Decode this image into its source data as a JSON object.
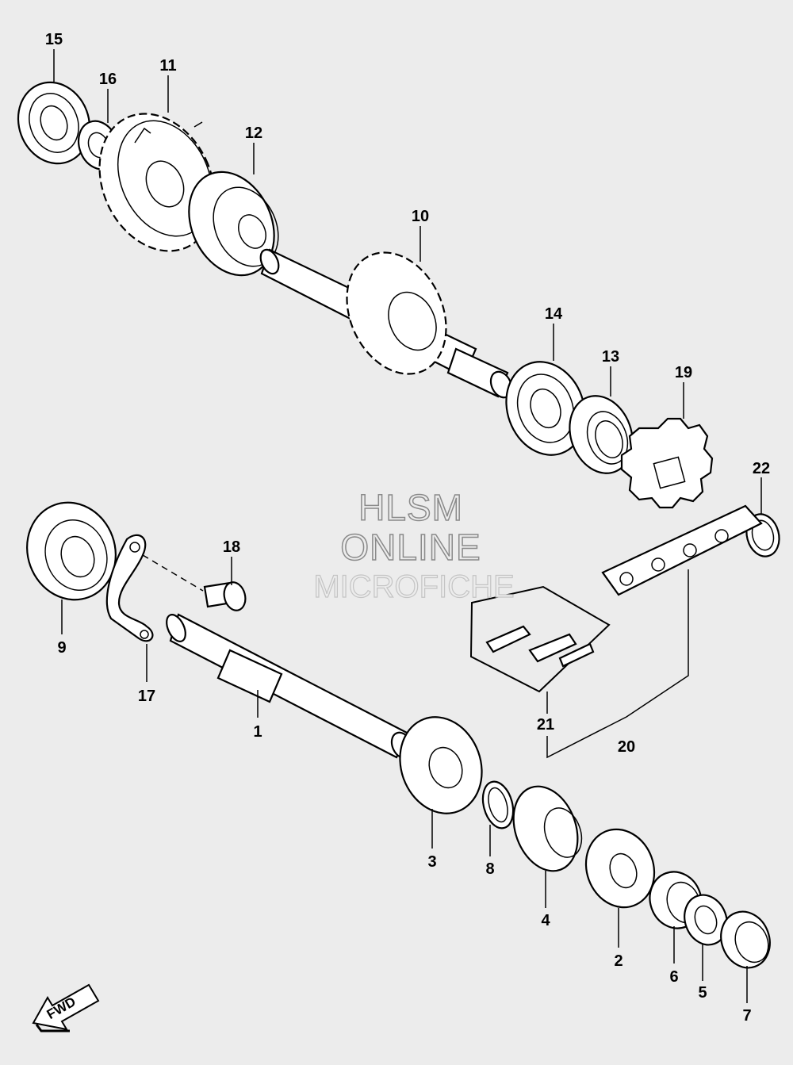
{
  "watermark": {
    "line1": "HLSM",
    "line2": "ONLINE",
    "line3": "MICROFICHE"
  },
  "direction_badge": {
    "label": "FWD",
    "icon": "fwd-arrow-icon"
  },
  "callouts": [
    {
      "id": "1",
      "label": "1"
    },
    {
      "id": "2",
      "label": "2"
    },
    {
      "id": "3",
      "label": "3"
    },
    {
      "id": "4",
      "label": "4"
    },
    {
      "id": "5",
      "label": "5"
    },
    {
      "id": "6",
      "label": "6"
    },
    {
      "id": "7",
      "label": "7"
    },
    {
      "id": "8",
      "label": "8"
    },
    {
      "id": "9",
      "label": "9"
    },
    {
      "id": "10",
      "label": "10"
    },
    {
      "id": "11",
      "label": "11"
    },
    {
      "id": "12",
      "label": "12"
    },
    {
      "id": "13",
      "label": "13"
    },
    {
      "id": "14",
      "label": "14"
    },
    {
      "id": "15",
      "label": "15"
    },
    {
      "id": "16",
      "label": "16"
    },
    {
      "id": "17",
      "label": "17"
    },
    {
      "id": "18",
      "label": "18"
    },
    {
      "id": "19",
      "label": "19"
    },
    {
      "id": "20",
      "label": "20"
    },
    {
      "id": "21",
      "label": "21"
    },
    {
      "id": "22",
      "label": "22"
    }
  ]
}
